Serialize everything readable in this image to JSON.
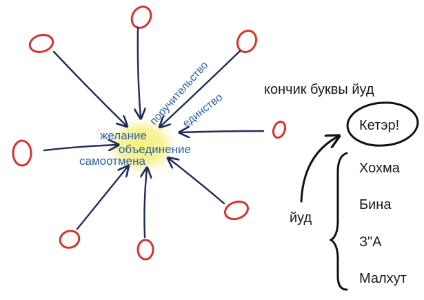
{
  "center": {
    "words": [
      "желание",
      "объединение",
      "самоотмена"
    ],
    "color": "#2b5fa6",
    "glow_color": "#f3f07a"
  },
  "arrow_labels": {
    "top": "поручительство",
    "right": "единство"
  },
  "right_panel": {
    "title": "кончик буквы йуд",
    "circled": "Кетэр!",
    "yud_label": "йуд",
    "sefirot": [
      "Хохма",
      "Бина",
      "З\"А",
      "Малхут"
    ]
  },
  "colors": {
    "ring": "#d8302a",
    "arrow": "#1d2b5c",
    "text": "#1a1a1a"
  }
}
